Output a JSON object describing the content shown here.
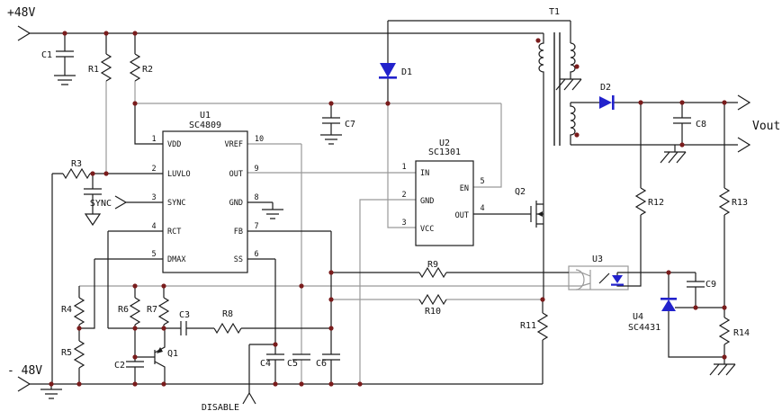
{
  "schematic": {
    "colors": {
      "wire": "#1c1c1c",
      "wire_alt": "#999999",
      "node": "#7a1c1c",
      "device": "#2222cc"
    },
    "power": {
      "positive": "+48V",
      "negative": "- 48V",
      "output": "Vout"
    },
    "signals": {
      "sync": "SYNC",
      "disable": "DISABLE"
    },
    "transformer": {
      "ref": "T1"
    },
    "diodes": {
      "d1": "D1",
      "d2": "D2"
    },
    "transistors": {
      "q1": "Q1",
      "q2": "Q2"
    },
    "capacitors": {
      "c1": "C1",
      "c2": "C2",
      "c3": "C3",
      "c4": "C4",
      "c5": "C5",
      "c6": "C6",
      "c7": "C7",
      "c8": "C8",
      "c9": "C9"
    },
    "resistors": {
      "r1": "R1",
      "r2": "R2",
      "r3": "R3",
      "r4": "R4",
      "r5": "R5",
      "r6": "R6",
      "r7": "R7",
      "r8": "R8",
      "r9": "R9",
      "r10": "R10",
      "r11": "R11",
      "r12": "R12",
      "r13": "R13",
      "r14": "R14"
    },
    "u1": {
      "ref": "U1",
      "part": "SC4809",
      "pins_left": [
        {
          "n": "1",
          "name": "VDD"
        },
        {
          "n": "2",
          "name": "LUVLO"
        },
        {
          "n": "3",
          "name": "SYNC"
        },
        {
          "n": "4",
          "name": "RCT"
        },
        {
          "n": "5",
          "name": "DMAX"
        }
      ],
      "pins_right": [
        {
          "n": "10",
          "name": "VREF"
        },
        {
          "n": "9",
          "name": "OUT"
        },
        {
          "n": "8",
          "name": "GND"
        },
        {
          "n": "7",
          "name": "FB"
        },
        {
          "n": "6",
          "name": "SS"
        }
      ]
    },
    "u2": {
      "ref": "U2",
      "part": "SC1301",
      "pins_left": [
        {
          "n": "1",
          "name": "IN"
        },
        {
          "n": "2",
          "name": "GND"
        },
        {
          "n": "3",
          "name": "VCC"
        }
      ],
      "pins_right": [
        {
          "n": "5",
          "name": "EN"
        },
        {
          "n": "4",
          "name": "OUT"
        }
      ]
    },
    "u3": {
      "ref": "U3"
    },
    "u4": {
      "ref": "U4",
      "part": "SC4431"
    }
  }
}
